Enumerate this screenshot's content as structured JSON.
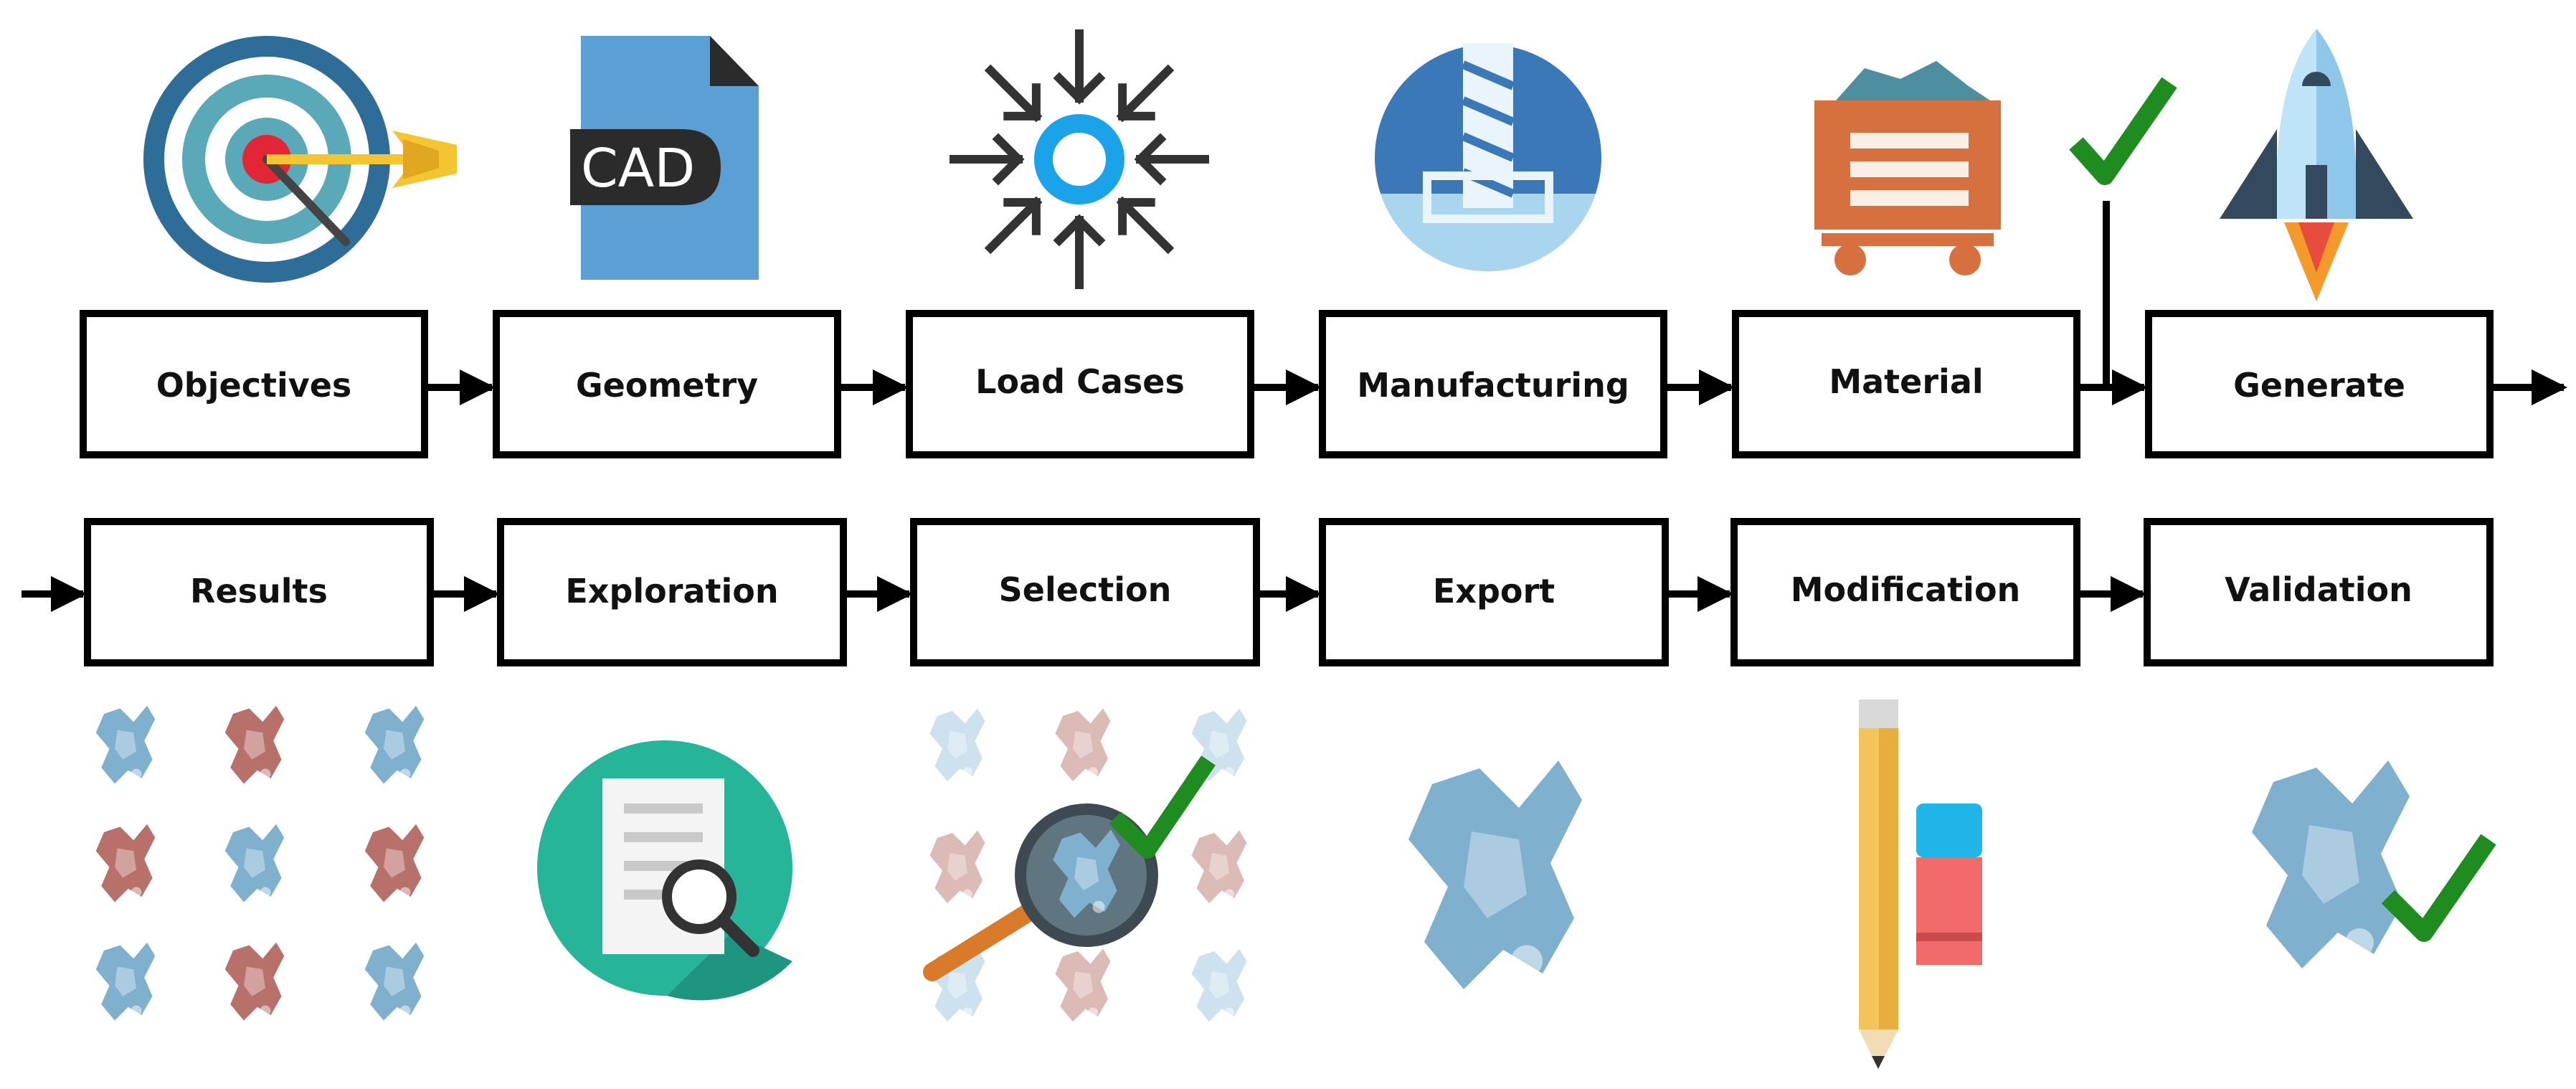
{
  "workflow": {
    "row1": [
      {
        "label": "Objectives",
        "icon": "target-icon"
      },
      {
        "label": "Geometry",
        "icon": "cad-file-icon",
        "icon_text": "CAD"
      },
      {
        "label": "Load Cases",
        "icon": "load-arrows-icon"
      },
      {
        "label": "Manufacturing",
        "icon": "drill-icon"
      },
      {
        "label": "Material",
        "icon": "mine-cart-icon"
      },
      {
        "label": "Generate",
        "icon": "rocket-icon"
      }
    ],
    "row2": [
      {
        "label": "Results",
        "icon": "design-grid-icon"
      },
      {
        "label": "Exploration",
        "icon": "document-search-icon"
      },
      {
        "label": "Selection",
        "icon": "magnifier-selection-icon"
      },
      {
        "label": "Export",
        "icon": "bracket-part-icon"
      },
      {
        "label": "Modification",
        "icon": "pencil-eraser-icon"
      },
      {
        "label": "Validation",
        "icon": "validated-part-icon"
      }
    ]
  },
  "colors": {
    "box_border": "#000000",
    "arrow": "#000000",
    "check": "#1e8c1e",
    "part_blue": "#7fb1cf",
    "part_red": "#b8706a",
    "target_blue": "#2f6d99",
    "target_teal": "#5aa9b8",
    "target_red": "#e32636",
    "cad_blue": "#5ba0d4",
    "drill_blue": "#3a78b8",
    "cart_orange": "#d6703e",
    "rocket_dark": "#33495e",
    "doc_green": "#26b598",
    "pencil_yellow": "#f3c45a",
    "eraser_red": "#f26b6b",
    "eraser_cyan": "#1fb5e8"
  }
}
